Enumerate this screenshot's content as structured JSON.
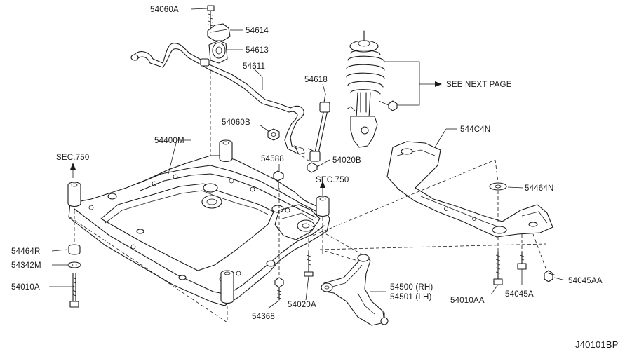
{
  "diagram_id": "J40101BP",
  "labels": {
    "p54060A": "54060A",
    "p54614": "54614",
    "p54613": "54613",
    "p54611": "54611",
    "p54618": "54618",
    "see_next_page": "SEE NEXT PAGE",
    "p54060B": "54060B",
    "p54400M": "54400M",
    "sec750_left": "SEC.750",
    "p54588": "54588",
    "p54020B": "54020B",
    "sec750_center": "SEC.750",
    "p544C4N": "544C4N",
    "p54464N": "54464N",
    "p54464R": "54464R",
    "p54342M": "54342M",
    "p54010A": "54010A",
    "p54500": "54500 (RH)",
    "p54501": "54501 (LH)",
    "p54368": "54368",
    "p54020A": "54020A",
    "p54010AA": "54010AA",
    "p54045A": "54045A",
    "p54045AA": "54045AA"
  }
}
